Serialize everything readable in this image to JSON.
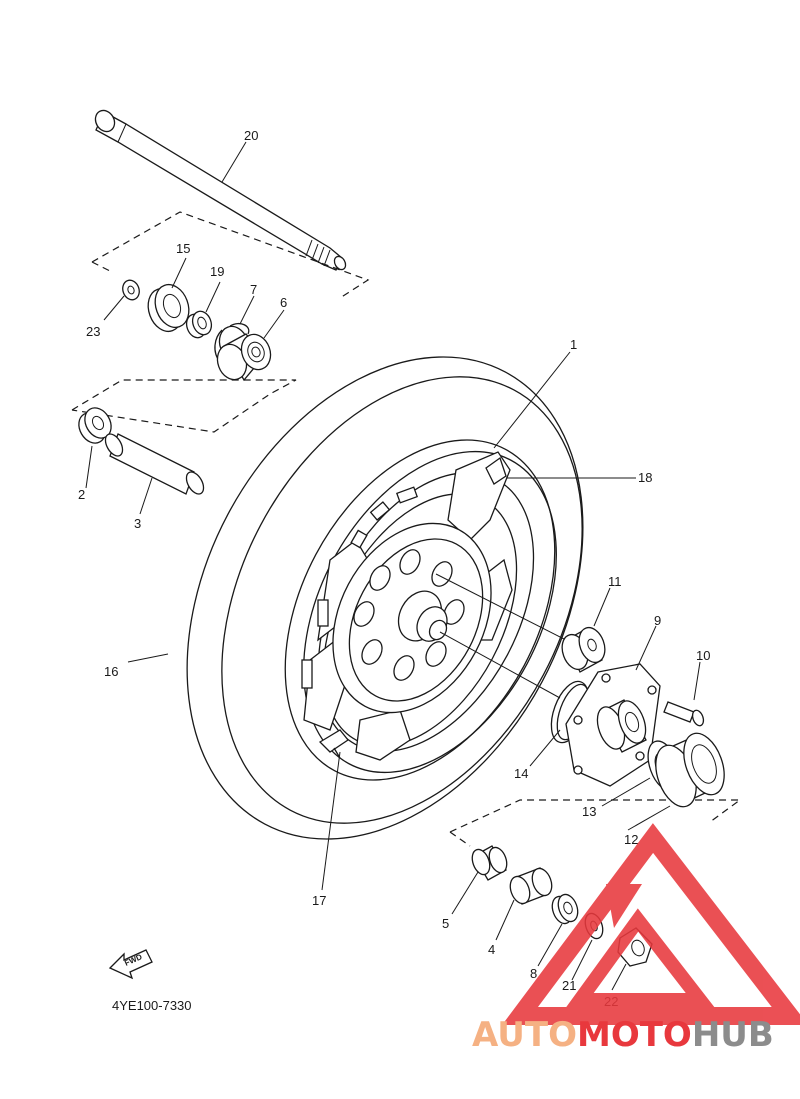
{
  "diagram": {
    "part_code": "4YE100-7330",
    "fwd_label": "FWD",
    "callouts": [
      "1",
      "2",
      "3",
      "4",
      "5",
      "6",
      "7",
      "8",
      "9",
      "10",
      "11",
      "12",
      "13",
      "14",
      "15",
      "16",
      "17",
      "18",
      "19",
      "20",
      "21",
      "22",
      "23"
    ]
  },
  "watermark": {
    "part1": "AUTO",
    "part2": "MOTO",
    "part3": "HUB",
    "color_auto": "#f5b183",
    "color_moto": "#e8383d",
    "color_hub": "#8c8c8c",
    "logo_color": "#e8383d"
  }
}
